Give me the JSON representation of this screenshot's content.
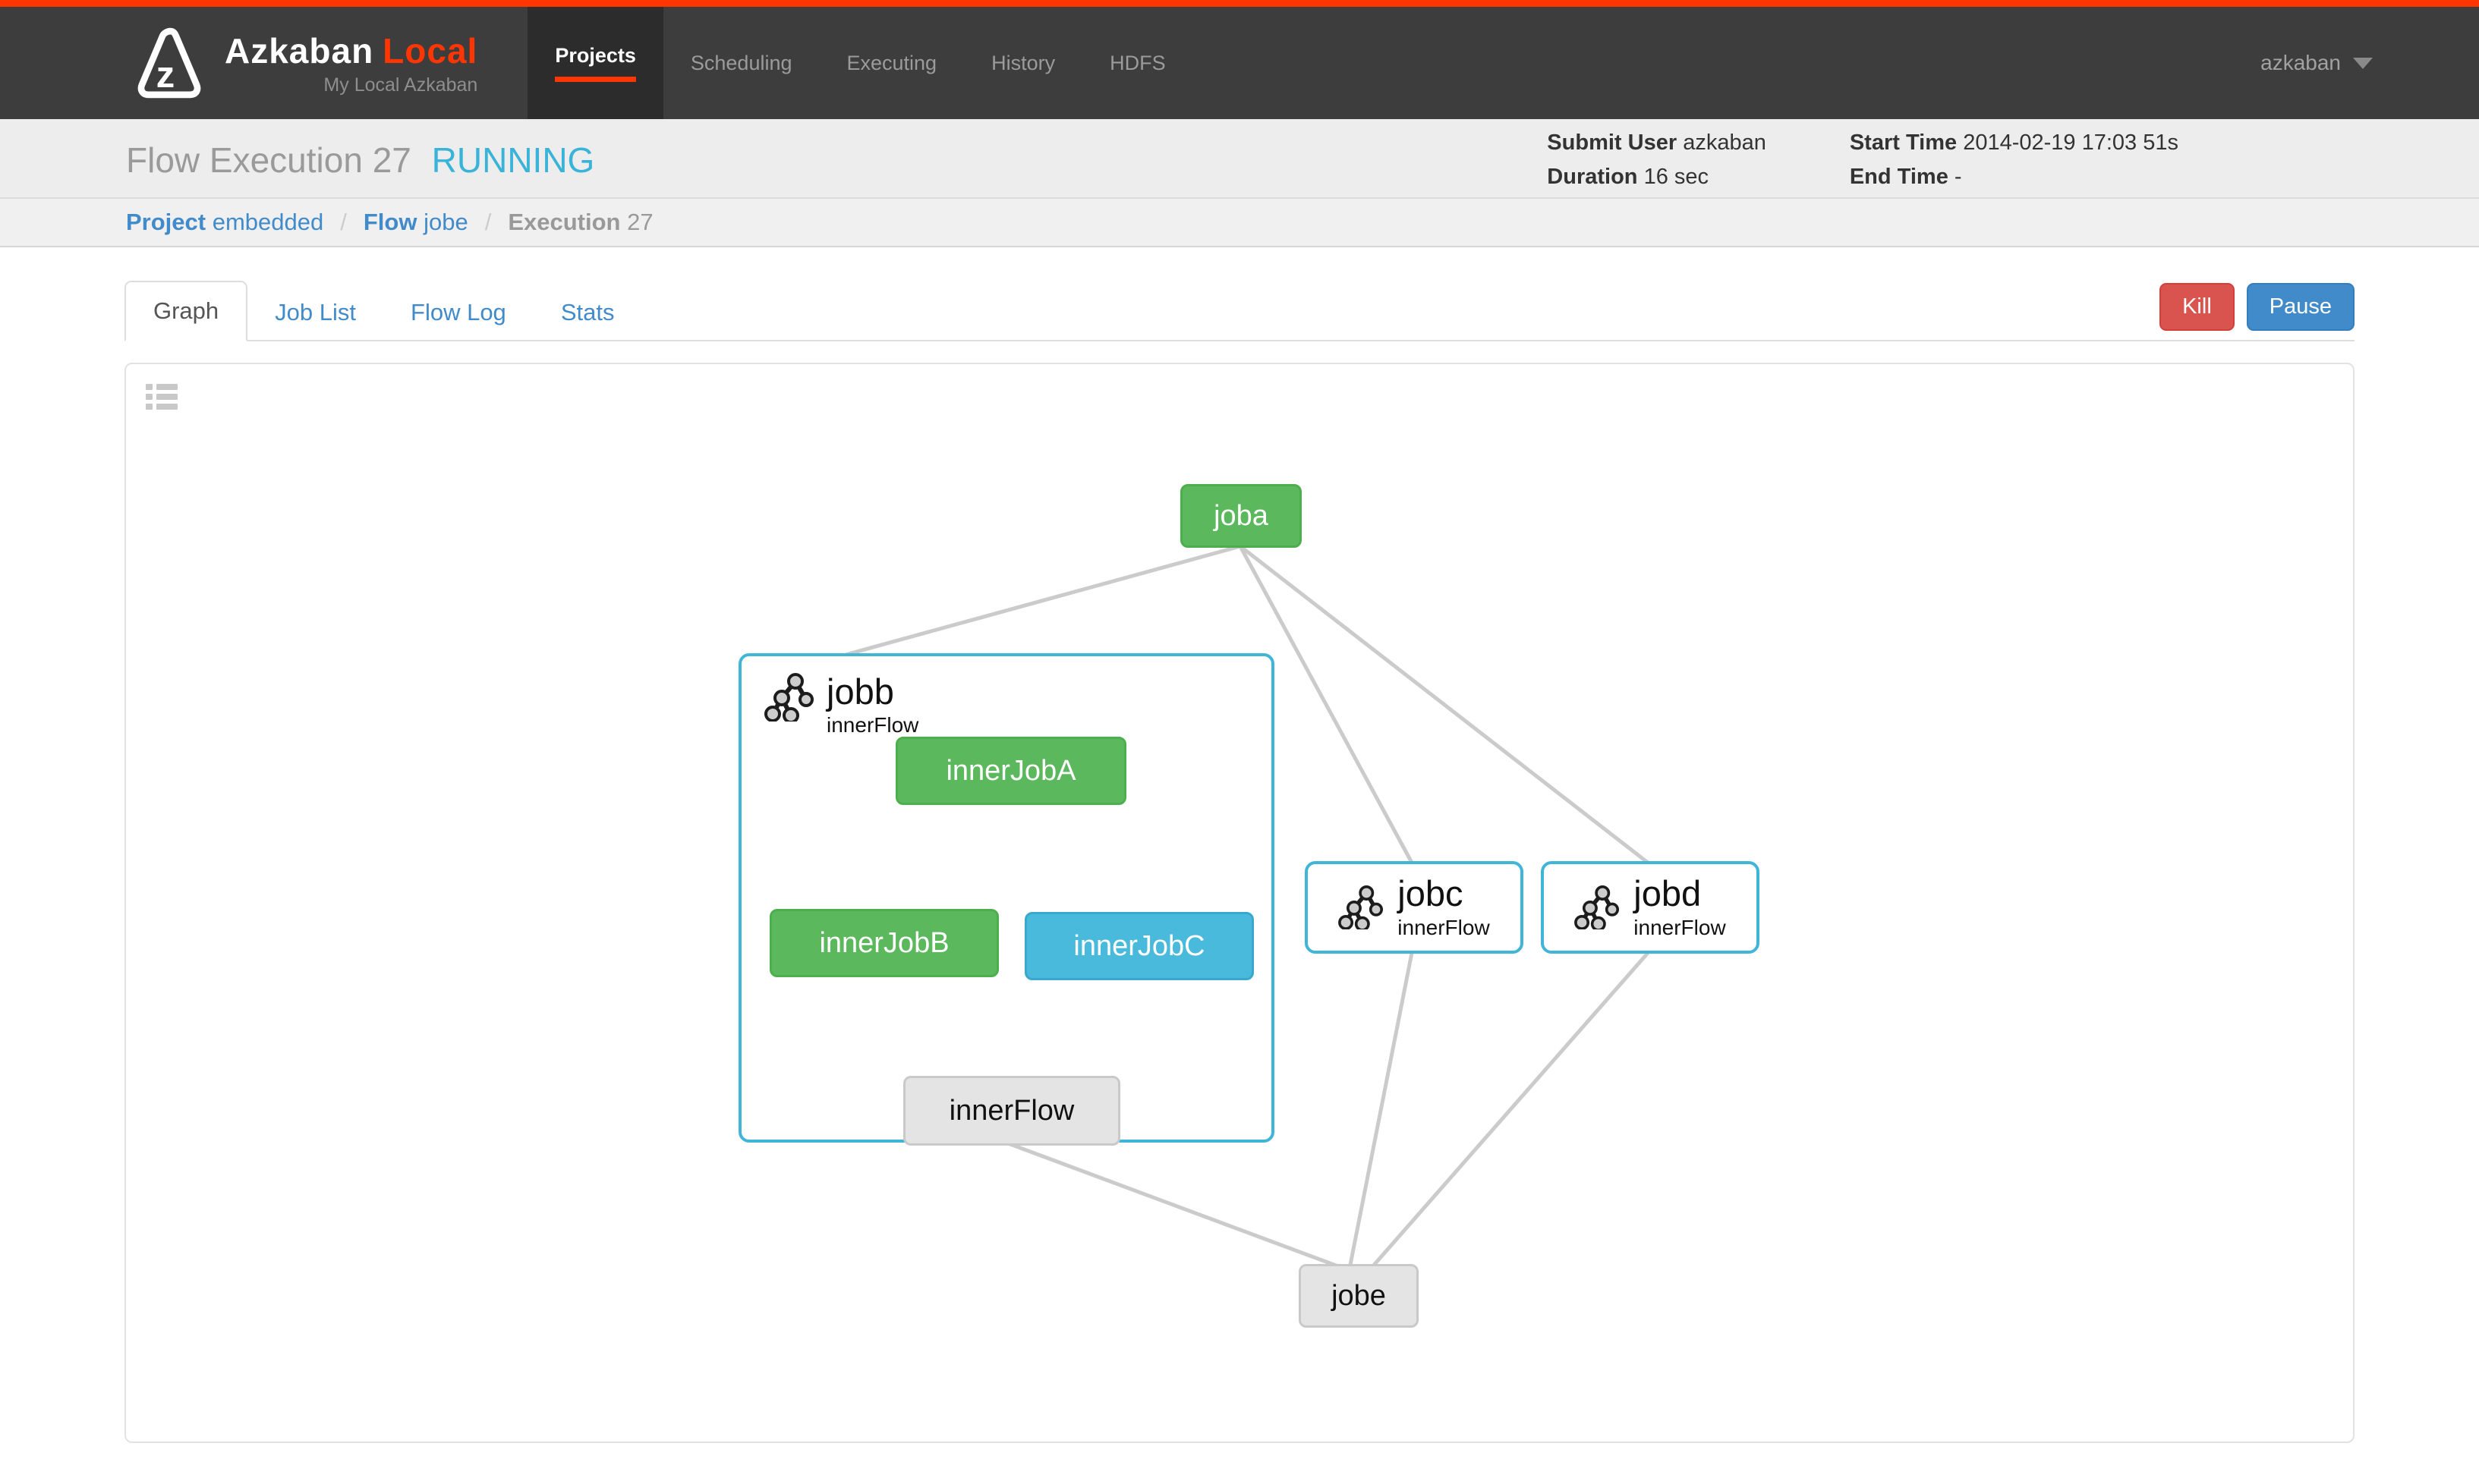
{
  "navbar": {
    "brand": "Azkaban",
    "brand_suffix": "Local",
    "subtitle": "My Local Azkaban",
    "items": [
      {
        "label": "Projects"
      },
      {
        "label": "Scheduling"
      },
      {
        "label": "Executing"
      },
      {
        "label": "History"
      },
      {
        "label": "HDFS"
      }
    ],
    "user": "azkaban"
  },
  "header": {
    "title": "Flow Execution",
    "execution_id": "27",
    "status": "RUNNING",
    "info": [
      {
        "label": "Submit User",
        "value": "azkaban"
      },
      {
        "label": "Duration",
        "value": "16 sec"
      },
      {
        "label": "Start Time",
        "value": "2014-02-19 17:03 51s"
      },
      {
        "label": "End Time",
        "value": "-"
      }
    ]
  },
  "breadcrumb": [
    {
      "label": "Project",
      "value": "embedded"
    },
    {
      "label": "Flow",
      "value": "jobe"
    },
    {
      "label": "Execution",
      "value": "27"
    }
  ],
  "tabs": [
    {
      "label": "Graph"
    },
    {
      "label": "Job List"
    },
    {
      "label": "Flow Log"
    },
    {
      "label": "Stats"
    }
  ],
  "actions": {
    "kill": "Kill",
    "pause": "Pause"
  },
  "colors": {
    "accent": "#ff3601",
    "status_text": "#39b3d7",
    "node_success": "#5cb85c",
    "node_info": "#49b9dc",
    "node_disabled": "#e4e4e4",
    "flow_border": "#41b5d8",
    "kill_button": "#d9534f",
    "pause_button": "#428bca"
  },
  "graph": {
    "nodes": [
      {
        "id": "joba",
        "label": "joba",
        "status": "success"
      },
      {
        "id": "jobb",
        "label": "jobb",
        "sublabel": "innerFlow",
        "type": "embedded-flow-expanded"
      },
      {
        "id": "innerJobA",
        "label": "innerJobA",
        "status": "success"
      },
      {
        "id": "innerJobB",
        "label": "innerJobB",
        "status": "success"
      },
      {
        "id": "innerJobC",
        "label": "innerJobC",
        "status": "running"
      },
      {
        "id": "innerFlow",
        "label": "innerFlow",
        "status": "pending"
      },
      {
        "id": "jobc",
        "label": "jobc",
        "sublabel": "innerFlow",
        "type": "embedded-flow"
      },
      {
        "id": "jobd",
        "label": "jobd",
        "sublabel": "innerFlow",
        "type": "embedded-flow"
      },
      {
        "id": "jobe",
        "label": "jobe",
        "status": "pending"
      }
    ],
    "edges": [
      [
        "joba",
        "jobb"
      ],
      [
        "joba",
        "jobc"
      ],
      [
        "joba",
        "jobd"
      ],
      [
        "jobb",
        "jobe"
      ],
      [
        "jobc",
        "jobe"
      ],
      [
        "jobd",
        "jobe"
      ],
      [
        "innerJobA",
        "innerJobB"
      ],
      [
        "innerJobA",
        "innerJobC"
      ],
      [
        "innerJobB",
        "innerFlow"
      ],
      [
        "innerJobC",
        "innerFlow"
      ]
    ]
  }
}
